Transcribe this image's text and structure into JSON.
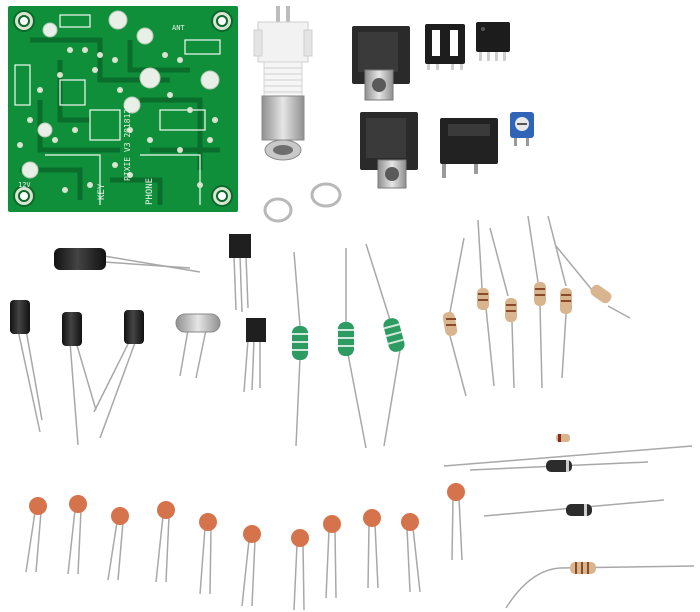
{
  "pcb": {
    "title": "PIXIE V3 2018122",
    "label_key": "KEY",
    "label_phone": "PHONE",
    "label_ant": "ANT",
    "label_power": "12V",
    "colors": {
      "board": "#0f8f3a",
      "board_dark": "#0a6a2b",
      "pad": "#d9e3d0",
      "silk": "#f2f7f2"
    }
  },
  "colors": {
    "capacitor_body": "#2b2b2b",
    "ceramic": "#d5744c",
    "inductor": "#2d9b62",
    "resistor": "#d8b58e",
    "diode": "#2c2c2c",
    "lead": "#a8a8a8",
    "jack": "#2a2a2a",
    "bnc_plastic": "#f2f2f2",
    "bnc_metal": "#c9c9c9",
    "trimmer": "#2f64b7"
  },
  "parts": {
    "electrolytics": 4,
    "ceramic_caps": 11,
    "resistors": 7,
    "inductors": 3,
    "transistors": 2,
    "diodes": 3
  }
}
